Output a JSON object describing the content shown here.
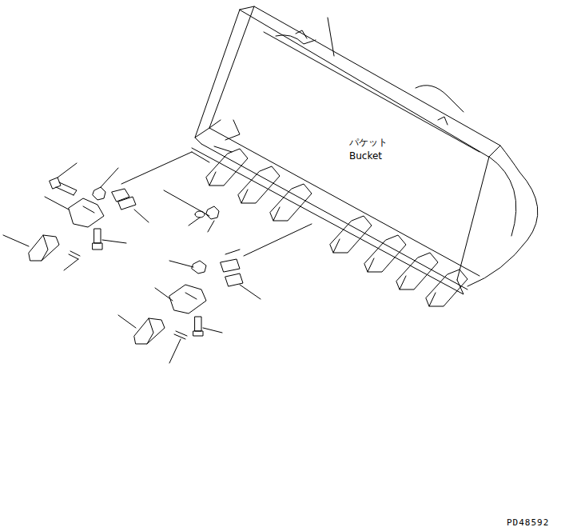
{
  "diagram": {
    "labels": [
      "パケット",
      "Bucket",
      "PD48592"
    ]
  }
}
